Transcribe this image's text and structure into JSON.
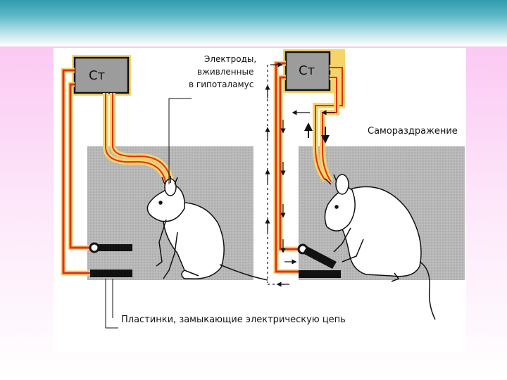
{
  "diagram": {
    "stimulator_label_left": "Ст",
    "stimulator_label_right": "Ст",
    "electrodes_label": [
      "Электроды,",
      "вживленные",
      "в гипоталамус"
    ],
    "self_stimulation_label": "Самораздражение",
    "plates_label": "Пластинки, замыкающие электрическую цепь"
  },
  "colors": {
    "header": "#2f9cae",
    "panel": "#fbc9f3",
    "wire": "#e0301e",
    "wire_glow": "#f6d46a",
    "floor": "#b5b5b5"
  }
}
